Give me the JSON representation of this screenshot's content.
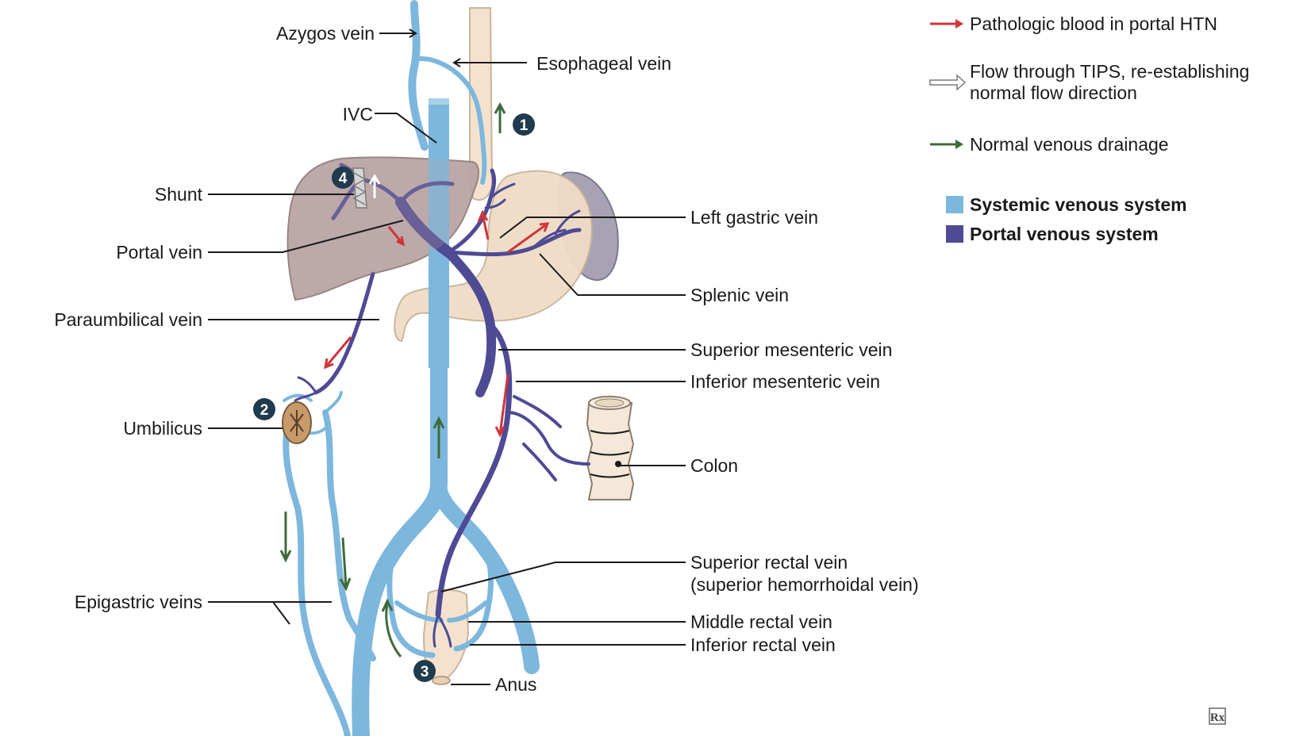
{
  "labels": {
    "azygos": "Azygos vein",
    "esophageal": "Esophageal vein",
    "ivc": "IVC",
    "shunt": "Shunt",
    "portal": "Portal vein",
    "paraumbilical": "Paraumbilical vein",
    "umbilicus": "Umbilicus",
    "epigastric": "Epigastric veins",
    "left_gastric": "Left gastric vein",
    "splenic": "Splenic vein",
    "sup_mesenteric": "Superior mesenteric vein",
    "inf_mesenteric": "Inferior mesenteric vein",
    "colon": "Colon",
    "sup_rectal_1": "Superior rectal vein",
    "sup_rectal_2": "(superior hemorrhoidal vein)",
    "mid_rectal": "Middle rectal vein",
    "inf_rectal": "Inferior rectal vein",
    "anus": "Anus"
  },
  "markers": {
    "m1": "1",
    "m2": "2",
    "m3": "3",
    "m4": "4"
  },
  "legend": {
    "pathologic": "Pathologic blood in portal HTN",
    "tips_1": "Flow through TIPS, re-establishing",
    "tips_2": "normal flow direction",
    "normal": "Normal venous drainage",
    "systemic": "Systemic venous system",
    "portal": "Portal venous system"
  },
  "logo": "Rx",
  "colors": {
    "systemic": "#7db7dd",
    "portal": "#4f4a94",
    "pathologic_arrow": "#d0353a",
    "normal_arrow": "#3d6b3a",
    "liver": "#b9a3a3",
    "stomach": "#f0dcc6",
    "spleen": "#a8a3b4"
  },
  "icons": [
    "red-arrow-icon",
    "hollow-arrow-icon",
    "green-arrow-icon",
    "rx-logo-icon"
  ]
}
